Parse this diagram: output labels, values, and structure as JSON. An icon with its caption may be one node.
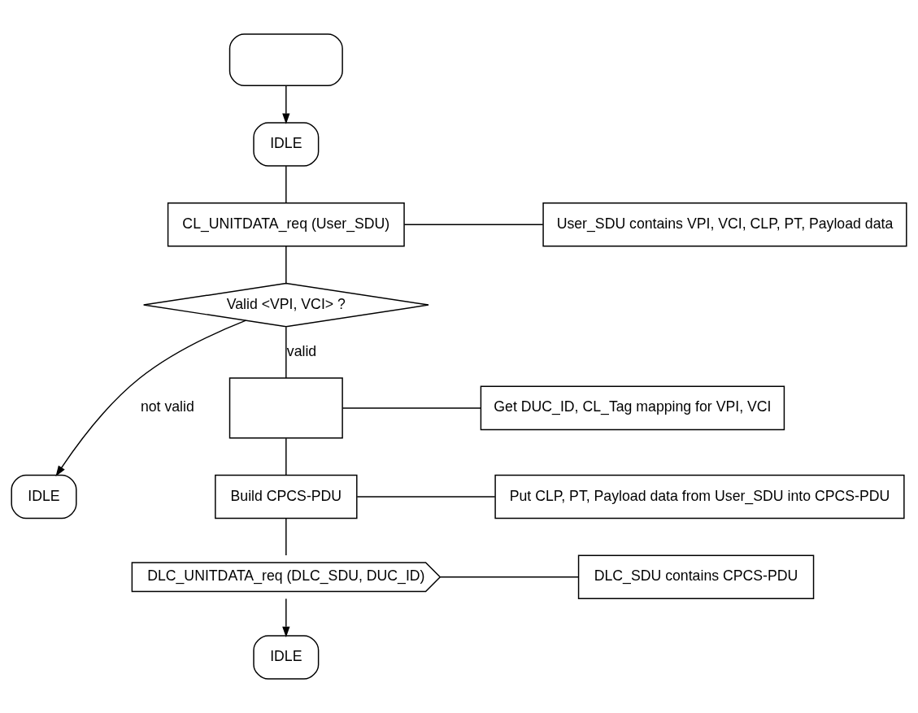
{
  "diagram": {
    "nodes": [
      {
        "text": [],
        "shape": "oval"
      },
      {
        "text": [
          "IDLE"
        ]
      },
      {
        "text": [
          "CL_UNITDATA_req (User_SDU)"
        ]
      },
      {
        "text": [
          "User_SDU contains VPI, VCI, CLP, PT, Payload data"
        ]
      },
      {
        "text": [
          "Valid <VPI, VCI> ?"
        ]
      },
      {
        "text": [],
        "shape": "box"
      },
      {
        "text": [
          "Get DUC_ID, CL_Tag mapping for VPI, VCI"
        ]
      },
      {
        "text": [
          "IDLE"
        ]
      },
      {
        "text": [
          "Build CPCS-PDU"
        ]
      },
      {
        "text": [
          "Put CLP, PT, Payload data from User_SDU into CPCS-PDU"
        ]
      },
      {
        "text": [
          "DLC_UNITDATA_req (DLC_SDU, DUC_ID)"
        ]
      },
      {
        "text": [
          "DLC_SDU contains CPCS-PDU"
        ]
      },
      {
        "text": [
          "IDLE"
        ]
      }
    ],
    "edges": [
      {
        "from": 0,
        "to": 1,
        "arrow": "to"
      },
      {
        "from": 1,
        "to": 2,
        "arrow": "none"
      },
      {
        "from": 2,
        "to": 3,
        "arrow": "none"
      },
      {
        "from": 2,
        "to": 4,
        "arrow": "none"
      },
      {
        "from": 4,
        "to": 7,
        "arrow": "to",
        "label": "not valid"
      },
      {
        "from": 4,
        "to": 5,
        "arrow": "none",
        "label": "valid"
      },
      {
        "from": 5,
        "to": 6,
        "arrow": "none"
      },
      {
        "from": 5,
        "to": 8,
        "arrow": "none"
      },
      {
        "from": 8,
        "to": 9,
        "arrow": "none"
      },
      {
        "from": 8,
        "to": 10,
        "arrow": "none"
      },
      {
        "from": 10,
        "to": 11,
        "arrow": "none"
      },
      {
        "from": 10,
        "to": 12,
        "arrow": "to"
      }
    ]
  }
}
